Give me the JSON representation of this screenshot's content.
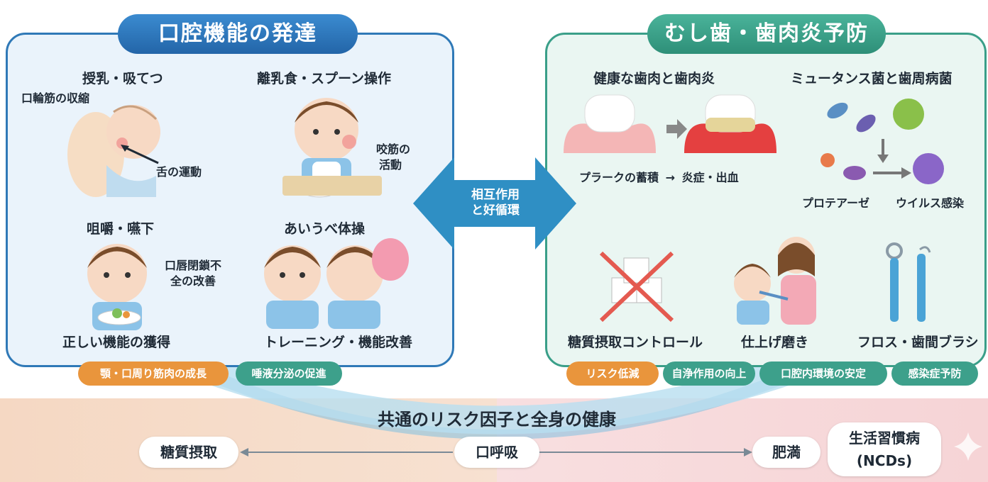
{
  "left_panel": {
    "title": "口腔機能の発達",
    "items": [
      {
        "heading": "授乳・吸てつ",
        "labels": [
          "口輪筋の収縮",
          "舌の運動"
        ]
      },
      {
        "heading": "離乳食・スプーン操作",
        "labels": [
          "咬筋の",
          "活動"
        ]
      },
      {
        "heading": "咀嚼・嚥下",
        "labels": [
          "口唇閉鎖不",
          "全の改善"
        ],
        "caption": "正しい機能の獲得"
      },
      {
        "heading": "あいうべ体操",
        "caption": "トレーニング・機能改善"
      }
    ],
    "pills": [
      "顎・口周り筋肉の成長",
      "唾液分泌の促進"
    ]
  },
  "center_arrow": {
    "line1": "相互作用",
    "line2": "と好循環"
  },
  "right_panel": {
    "title": "むし歯・歯肉炎予防",
    "gum": {
      "heading": "健康な歯肉と歯肉炎",
      "caption_a": "プラークの蓄積",
      "arrow": "→",
      "caption_b": "炎症・出血"
    },
    "bacteria": {
      "heading": "ミュータンス菌と歯周病菌",
      "label_a": "プロテアーゼ",
      "label_b": "ウイルス感染"
    },
    "items": [
      {
        "caption": "糖質摂取コントロール"
      },
      {
        "caption": "仕上げ磨き"
      },
      {
        "caption": "フロス・歯間ブラシ"
      }
    ],
    "pills": [
      "リスク低減",
      "自浄作用の向上",
      "口腔内環境の安定",
      "感染症予防"
    ]
  },
  "bottom": {
    "title": "共通のリスク因子と全身の健康",
    "left": "糖質摂取",
    "center": "口呼吸",
    "right1": "肥満",
    "right2_line1": "生活習慣病",
    "right2_line2": "(NCDs)"
  },
  "colors": {
    "blue": "#2f79b7",
    "teal": "#3a9f89",
    "orange": "#e9953c"
  }
}
